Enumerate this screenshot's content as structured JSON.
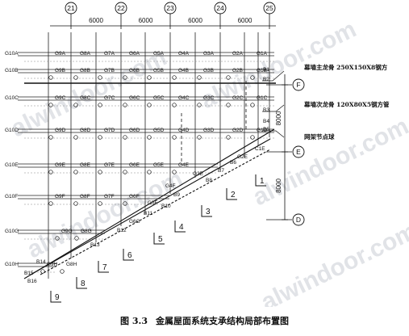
{
  "top_axes": [
    "21",
    "22",
    "23",
    "24",
    "25"
  ],
  "top_spacings": [
    "6000",
    "6000",
    "6000",
    "6000"
  ],
  "right_axes": [
    "F",
    "E",
    "D"
  ],
  "right_spacings": [
    "8000",
    "8000"
  ],
  "row_labels": [
    "G10A",
    "G10B",
    "G10C",
    "G10D",
    "G10E",
    "G10F",
    "G10G",
    "G10H"
  ],
  "node_labels": {
    "A": [
      "G9A",
      "G8A",
      "G7A",
      "G6A",
      "G5A",
      "G4A",
      "G3A",
      "G2A",
      "G1A"
    ],
    "B": [
      "G9B",
      "G8B",
      "G7B",
      "G6B",
      "G5B",
      "G4B",
      "G3B",
      "G2B",
      "G1B"
    ],
    "C": [
      "G9C",
      "G8C",
      "G7C",
      "G6C",
      "G5C",
      "G4C",
      "G3C",
      "G2C",
      "G1C"
    ],
    "D": [
      "G9D",
      "G8D",
      "G7D",
      "G6D",
      "G5D",
      "G4D",
      "G3D",
      "G2D",
      "G1D"
    ],
    "E": [
      "G9E",
      "G8E",
      "G7E",
      "G6E",
      "G5E",
      "G4E"
    ],
    "F": [
      "G9F",
      "G8F",
      "G7F",
      "G6F"
    ],
    "G": [
      "G9G",
      "G8G"
    ],
    "H": [
      "G9H",
      "G8H"
    ]
  },
  "bracket_labels": [
    "B1",
    "B2",
    "B3",
    "B4",
    "B5",
    "B6",
    "B7",
    "B8",
    "B9",
    "B10",
    "B11",
    "B12",
    "B13",
    "B14",
    "B15",
    "B16",
    "C1E",
    "G2E",
    "G3E",
    "G4F",
    "G5F",
    "G6G"
  ],
  "section_marks": [
    "1",
    "2",
    "3",
    "4",
    "5",
    "6",
    "7",
    "8",
    "9"
  ],
  "annotations": {
    "main_keel": "幕墙主龙骨 250X150X8钢方",
    "secondary_keel": "幕墙次龙骨 120X80X5钢方管",
    "truss_node": "网架节点球"
  },
  "watermark": "alwindoor.com",
  "caption": {
    "number": "图 3.3",
    "title": "金属屋面系统支承结构局部布置图"
  }
}
